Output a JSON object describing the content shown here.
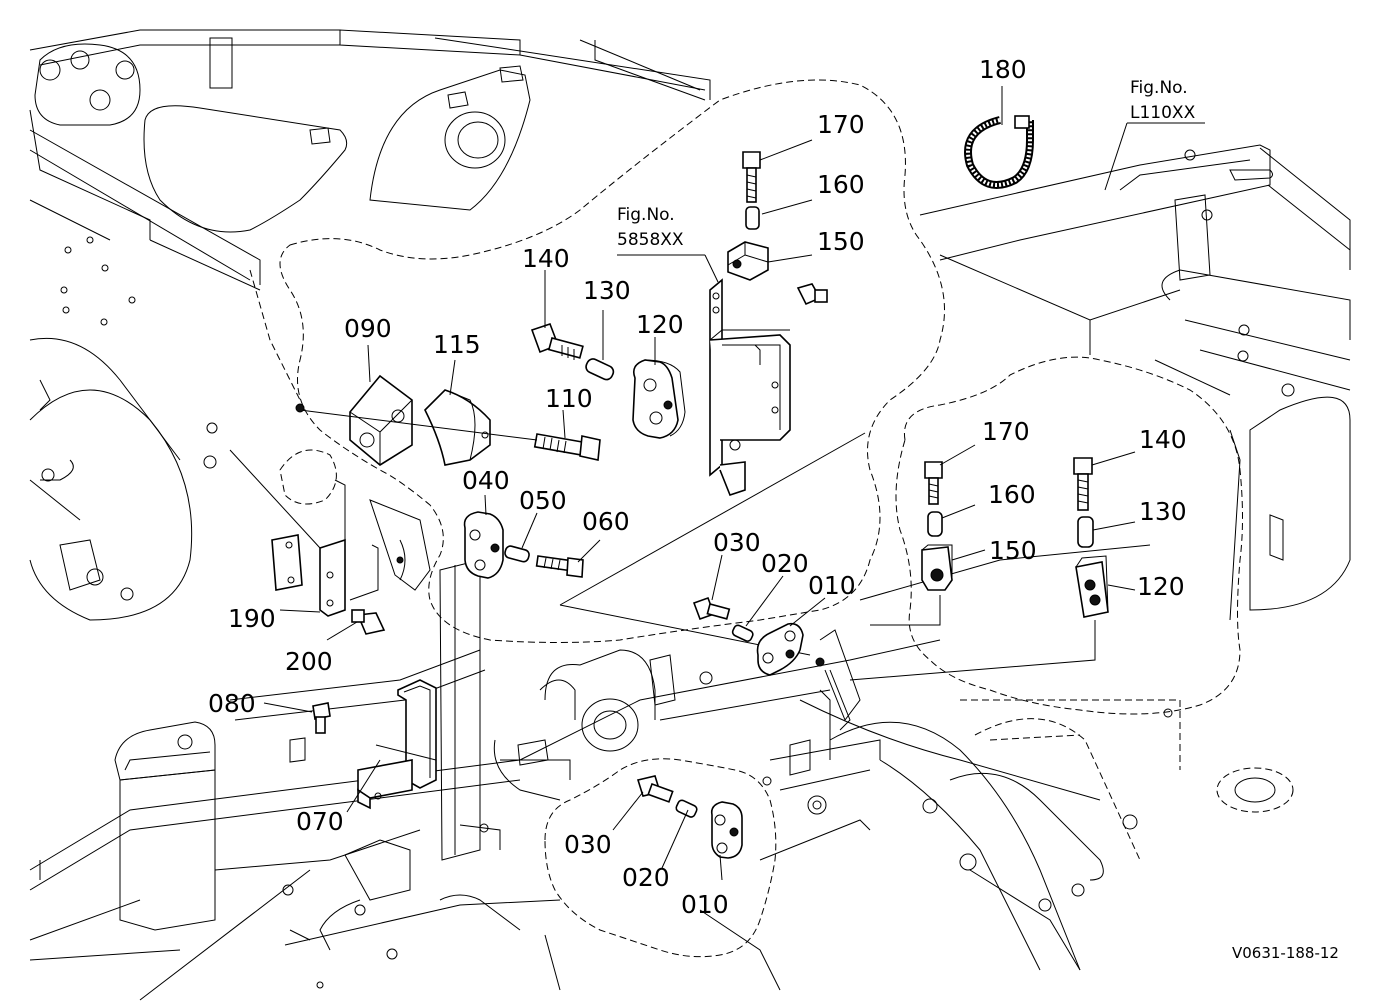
{
  "callouts": {
    "c180": "180",
    "c170a": "170",
    "c160a": "160",
    "c150a": "150",
    "c140a": "140",
    "c130a": "130",
    "c120a": "120",
    "c090": "090",
    "c115": "115",
    "c110": "110",
    "c040": "040",
    "c050": "050",
    "c060": "060",
    "c030a": "030",
    "c020a": "020",
    "c010a": "010",
    "c170b": "170",
    "c140b": "140",
    "c160b": "160",
    "c130b": "130",
    "c150b": "150",
    "c120b": "120",
    "c190": "190",
    "c200": "200",
    "c080": "080",
    "c070": "070",
    "c030b": "030",
    "c020b": "020",
    "c010b": "010"
  },
  "figure_refs": {
    "ref1_label": "Fig.No.",
    "ref1_value": "5858XX",
    "ref2_label": "Fig.No.",
    "ref2_value": "L110XX"
  },
  "drawing_code": "V0631-188-12"
}
